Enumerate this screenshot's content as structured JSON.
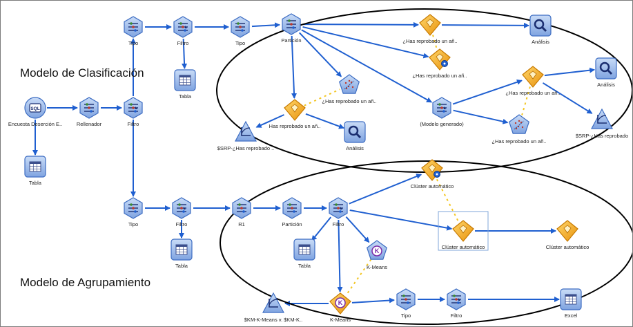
{
  "sections": {
    "classification": "Modelo de Clasificación",
    "clustering": "Modelo de Agrupamiento"
  },
  "colors": {
    "arrow": "#1f5fd0",
    "hexagon": "#8aaee8",
    "hexagon_dark": "#3c6cc2",
    "model_nugget": "#f5a81a",
    "dotted_link": "#f3c623"
  },
  "nodes": [
    {
      "id": "n_sql",
      "label": "Encuesta Deserción E..",
      "icon": "database-source-icon",
      "shape": "circle"
    },
    {
      "id": "n_tabla_src",
      "label": "Tabla",
      "icon": "table-icon",
      "shape": "square"
    },
    {
      "id": "n_rellenador",
      "label": "Rellenador",
      "icon": "filler-icon",
      "shape": "hex"
    },
    {
      "id": "n_filtro_main",
      "label": "Filtro",
      "icon": "filter-icon",
      "shape": "hex"
    },
    {
      "id": "n_tipo_top",
      "label": "Tipo",
      "icon": "type-icon",
      "shape": "hex"
    },
    {
      "id": "n_filtro_top",
      "label": "Filtro",
      "icon": "filter-icon",
      "shape": "hex"
    },
    {
      "id": "n_tabla_top",
      "label": "Tabla",
      "icon": "table-icon",
      "shape": "square"
    },
    {
      "id": "n_tipo_top2",
      "label": "Tipo",
      "icon": "type-icon",
      "shape": "hex"
    },
    {
      "id": "n_particion_top",
      "label": "Partición",
      "icon": "partition-icon",
      "shape": "hex"
    },
    {
      "id": "n_nugget_a",
      "label": "¿Has reprobado un añ..",
      "icon": "model-nugget-icon",
      "shape": "nugget"
    },
    {
      "id": "n_analisis_a",
      "label": "Análisis",
      "icon": "magnifier-icon",
      "shape": "square"
    },
    {
      "id": "n_nugget_b",
      "label": "¿Has reprobado un añ..",
      "icon": "model-builder-icon",
      "shape": "nugget"
    },
    {
      "id": "n_pent_a",
      "label": "¿Has reprobado un añ..",
      "icon": "scatter-model-icon",
      "shape": "pentagon"
    },
    {
      "id": "n_nugget_c",
      "label": "Has reprobado un añ..",
      "icon": "model-nugget-icon",
      "shape": "nugget"
    },
    {
      "id": "n_analisis_c",
      "label": "Análisis",
      "icon": "magnifier-icon",
      "shape": "square"
    },
    {
      "id": "n_srp_left",
      "label": "$SRP-¿Has reprobado ..",
      "icon": "evaluation-chart-icon",
      "shape": "triangle"
    },
    {
      "id": "n_modelo_gen",
      "label": "(Modelo generado)",
      "icon": "filter-icon",
      "shape": "hex"
    },
    {
      "id": "n_nugget_d",
      "label": "¿Has reprobado un añ..",
      "icon": "model-nugget-icon",
      "shape": "nugget"
    },
    {
      "id": "n_analisis_d",
      "label": "Análisis",
      "icon": "magnifier-icon",
      "shape": "square"
    },
    {
      "id": "n_srp_right",
      "label": "$SRP-¿Has reprobado",
      "icon": "evaluation-chart-icon",
      "shape": "triangle"
    },
    {
      "id": "n_pent_b",
      "label": "¿Has reprobado un añ..",
      "icon": "scatter-model-icon",
      "shape": "pentagon"
    },
    {
      "id": "n_tipo_bot",
      "label": "Tipo",
      "icon": "type-icon",
      "shape": "hex"
    },
    {
      "id": "n_filtro_bot",
      "label": "Filtro",
      "icon": "filter-icon",
      "shape": "hex"
    },
    {
      "id": "n_tabla_bot",
      "label": "Tabla",
      "icon": "table-icon",
      "shape": "square"
    },
    {
      "id": "n_r1",
      "label": "R1",
      "icon": "balance-icon",
      "shape": "hex"
    },
    {
      "id": "n_particion_bot",
      "label": "Partición",
      "icon": "partition-icon",
      "shape": "hex"
    },
    {
      "id": "n_filtro_bot2",
      "label": "Filtro",
      "icon": "filter-icon",
      "shape": "hex"
    },
    {
      "id": "n_tabla_bot2",
      "label": "Tabla",
      "icon": "table-icon",
      "shape": "square"
    },
    {
      "id": "n_cluster_top",
      "label": "Clúster automático",
      "icon": "auto-cluster-builder-icon",
      "shape": "nugget"
    },
    {
      "id": "n_cluster_mid",
      "label": "Clúster automático",
      "icon": "auto-cluster-nugget-icon",
      "shape": "nugget"
    },
    {
      "id": "n_cluster_right",
      "label": "Clúster automático",
      "icon": "auto-cluster-nugget-icon",
      "shape": "nugget"
    },
    {
      "id": "n_kmeans_pent",
      "label": "K-Means",
      "icon": "kmeans-icon",
      "shape": "pentagon"
    },
    {
      "id": "n_kmeans_nugget",
      "label": "K-Means",
      "icon": "kmeans-nugget-icon",
      "shape": "nugget"
    },
    {
      "id": "n_km_chart",
      "label": "$KM-K-Means v. $KM-K..",
      "icon": "evaluation-chart-icon",
      "shape": "triangle"
    },
    {
      "id": "n_tipo_final",
      "label": "Tipo",
      "icon": "type-icon",
      "shape": "hex"
    },
    {
      "id": "n_filtro_final",
      "label": "Filtro",
      "icon": "filter-icon",
      "shape": "hex"
    },
    {
      "id": "n_excel",
      "label": "Excel",
      "icon": "excel-export-icon",
      "shape": "square"
    }
  ]
}
